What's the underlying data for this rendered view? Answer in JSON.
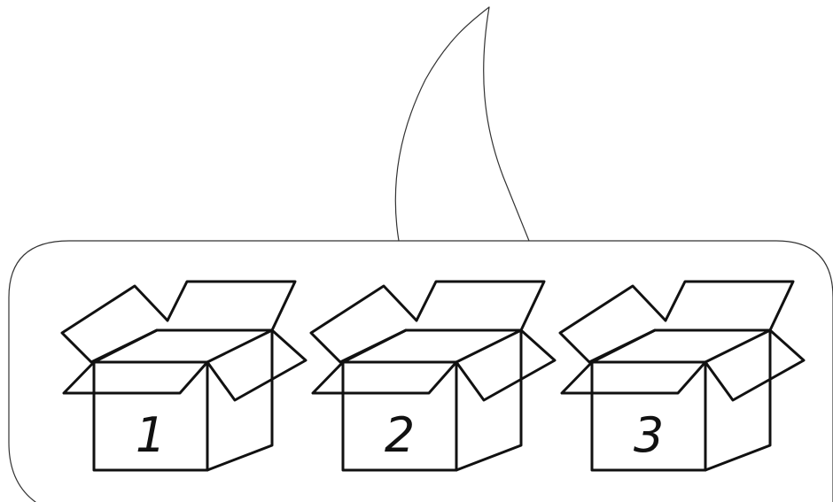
{
  "boxes": [
    {
      "number": "1"
    },
    {
      "number": "2"
    },
    {
      "number": "3"
    }
  ]
}
